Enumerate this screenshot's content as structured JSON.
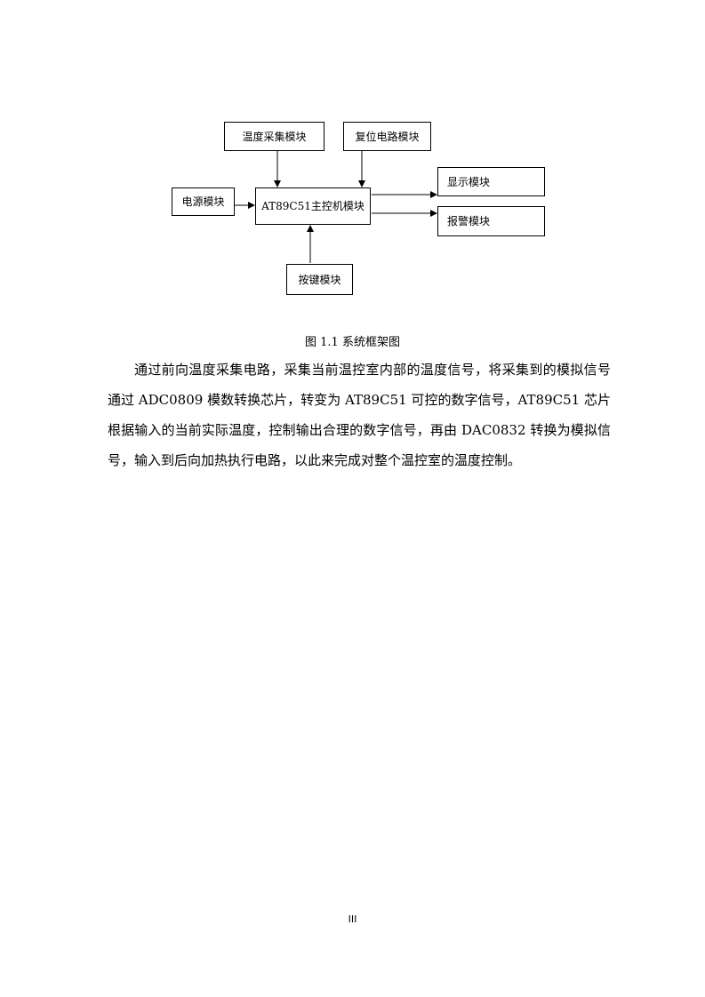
{
  "diagram": {
    "nodes": {
      "temp_acq": "温度采集模块",
      "reset": "复位电路模块",
      "power": "电源模块",
      "mcu": "AT89C51主控机模块",
      "display": "显示模块",
      "alarm": "报警模块",
      "keys": "按键模块"
    }
  },
  "figure_caption": "图 1.1  系统框架图",
  "paragraph": "通过前向温度采集电路，采集当前温控室内部的温度信号，将采集到的模拟信号通过 ADC0809 模数转换芯片，转变为 AT89C51 可控的数字信号，AT89C51 芯片根据输入的当前实际温度，控制输出合理的数字信号，再由 DAC0832 转换为模拟信号，输入到后向加热执行电路，以此来完成对整个温控室的温度控制。",
  "page_number": "III"
}
